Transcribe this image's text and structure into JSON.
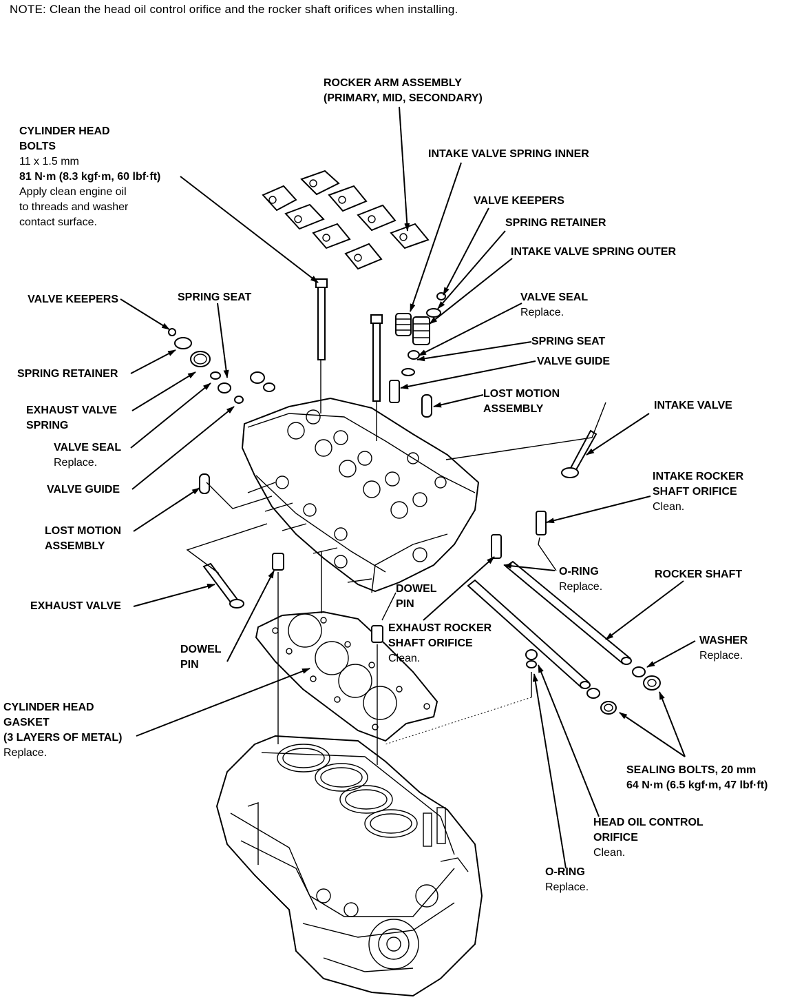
{
  "note": "NOTE:  Clean the head oil control orifice and the rocker shaft orifices when installing.",
  "labels": {
    "rocker_arm": [
      "ROCKER ARM ASSEMBLY",
      "(PRIMARY, MID, SECONDARY)"
    ],
    "head_bolts": [
      "CYLINDER HEAD",
      "BOLTS",
      "11 x 1.5 mm",
      "81 N·m (8.3 kgf·m, 60 lbf·ft)",
      "Apply clean engine oil",
      "to threads and washer",
      "contact surface."
    ],
    "intake_spring_inner": "INTAKE VALVE SPRING INNER",
    "valve_keepers_r": "VALVE KEEPERS",
    "spring_retainer_r": "SPRING RETAINER",
    "intake_spring_outer": "INTAKE VALVE SPRING OUTER",
    "valve_seal_r": [
      "VALVE SEAL",
      "Replace."
    ],
    "spring_seat_r": "SPRING SEAT",
    "valve_guide_r": "VALVE GUIDE",
    "lost_motion_r": [
      "LOST MOTION",
      "ASSEMBLY"
    ],
    "intake_valve": "INTAKE VALVE",
    "intake_rocker_orifice": [
      "INTAKE ROCKER",
      "SHAFT ORIFICE",
      "Clean."
    ],
    "oring_r": [
      "O-RING",
      "Replace."
    ],
    "rocker_shaft": "ROCKER SHAFT",
    "valve_keepers_l": "VALVE KEEPERS",
    "spring_seat_l": "SPRING SEAT",
    "spring_retainer_l": "SPRING RETAINER",
    "exhaust_spring": [
      "EXHAUST VALVE",
      "SPRING"
    ],
    "valve_seal_l": [
      "VALVE SEAL",
      "Replace."
    ],
    "valve_guide_l": "VALVE GUIDE",
    "lost_motion_l": [
      "LOST MOTION",
      "ASSEMBLY"
    ],
    "exhaust_valve": "EXHAUST VALVE",
    "dowel_pin_l": [
      "DOWEL",
      "PIN"
    ],
    "dowel_pin_c": [
      "DOWEL",
      "PIN"
    ],
    "exhaust_rocker_orifice": [
      "EXHAUST ROCKER",
      "SHAFT ORIFICE",
      "Clean."
    ],
    "washer": [
      "WASHER",
      "Replace."
    ],
    "head_gasket": [
      "CYLINDER HEAD",
      "GASKET",
      "(3 LAYERS OF METAL)",
      "Replace."
    ],
    "sealing_bolts": [
      "SEALING BOLTS, 20 mm",
      "64 N·m (6.5 kgf·m, 47 lbf·ft)"
    ],
    "head_oil_orifice": [
      "HEAD OIL CONTROL",
      "ORIFICE",
      "Clean."
    ],
    "oring_b": [
      "O-RING",
      "Replace."
    ]
  }
}
